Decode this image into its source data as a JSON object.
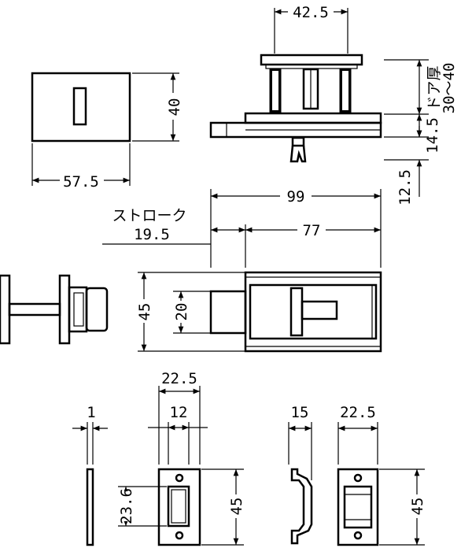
{
  "dimensions": {
    "top_width": "42.5",
    "plate_height": "40",
    "plate_width": "57.5",
    "door_thickness_label": "ドア厚",
    "door_thickness_range": "30～40",
    "h_14_5": "14.5",
    "h_12_5": "12.5",
    "overall_99": "99",
    "stroke_label": "ストローク",
    "stroke_value": "19.5",
    "body_77": "77",
    "body_45": "45",
    "bolt_20": "20",
    "thick_1": "1",
    "strike_22_5": "22.5",
    "strike_12": "12",
    "strike_23_6": "23.6",
    "strike_45": "45",
    "catch_15": "15",
    "catch_22_5": "22.5",
    "catch_45": "45"
  }
}
